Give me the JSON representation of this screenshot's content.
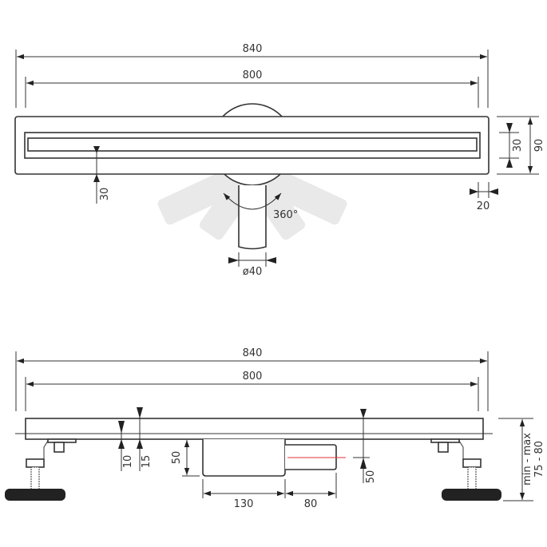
{
  "top_view": {
    "overall_length": "840",
    "grate_length": "800",
    "slot_offset": "30",
    "rotation": "360°",
    "pipe_diameter": "ø40",
    "slot_width": "30",
    "overall_width": "90",
    "edge_width": "20"
  },
  "side_view": {
    "overall_length": "840",
    "grate_length": "800",
    "flange_thickness": "10",
    "grate_height": "15",
    "trap_height": "50",
    "outlet_height": "50",
    "trap_length": "130",
    "outlet_length": "80",
    "height_range": "75 - 80",
    "height_range_label": "min - max"
  },
  "colors": {
    "line": "#333333",
    "rotation_fan": "#e9e9e9",
    "outlet_axis": "#e0303a"
  }
}
